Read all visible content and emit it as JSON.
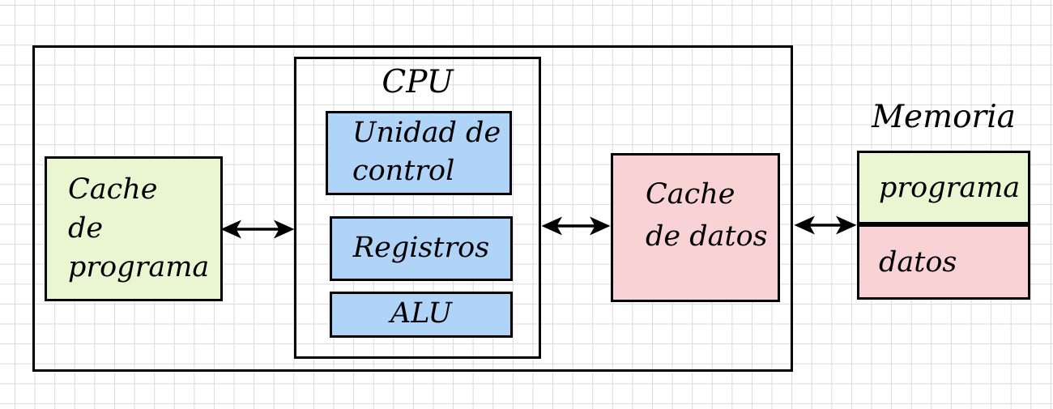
{
  "colors": {
    "program_fill": "#eaf6d2",
    "data_fill": "#f8d2d5",
    "cpu_fill": "#afd4f8",
    "stroke": "#000000",
    "grid_line": "#dadada",
    "background": "#ffffff"
  },
  "program_cache": {
    "lines": [
      "Cache",
      "de",
      "programa"
    ]
  },
  "cpu": {
    "title": "CPU",
    "control_unit": {
      "lines": [
        "Unidad de",
        "control"
      ]
    },
    "registers": {
      "label": "Registros"
    },
    "alu": {
      "label": "ALU"
    }
  },
  "data_cache": {
    "lines": [
      "Cache",
      "de datos"
    ]
  },
  "memory": {
    "title": "Memoria",
    "program": {
      "label": "programa"
    },
    "data": {
      "label": "datos"
    }
  }
}
